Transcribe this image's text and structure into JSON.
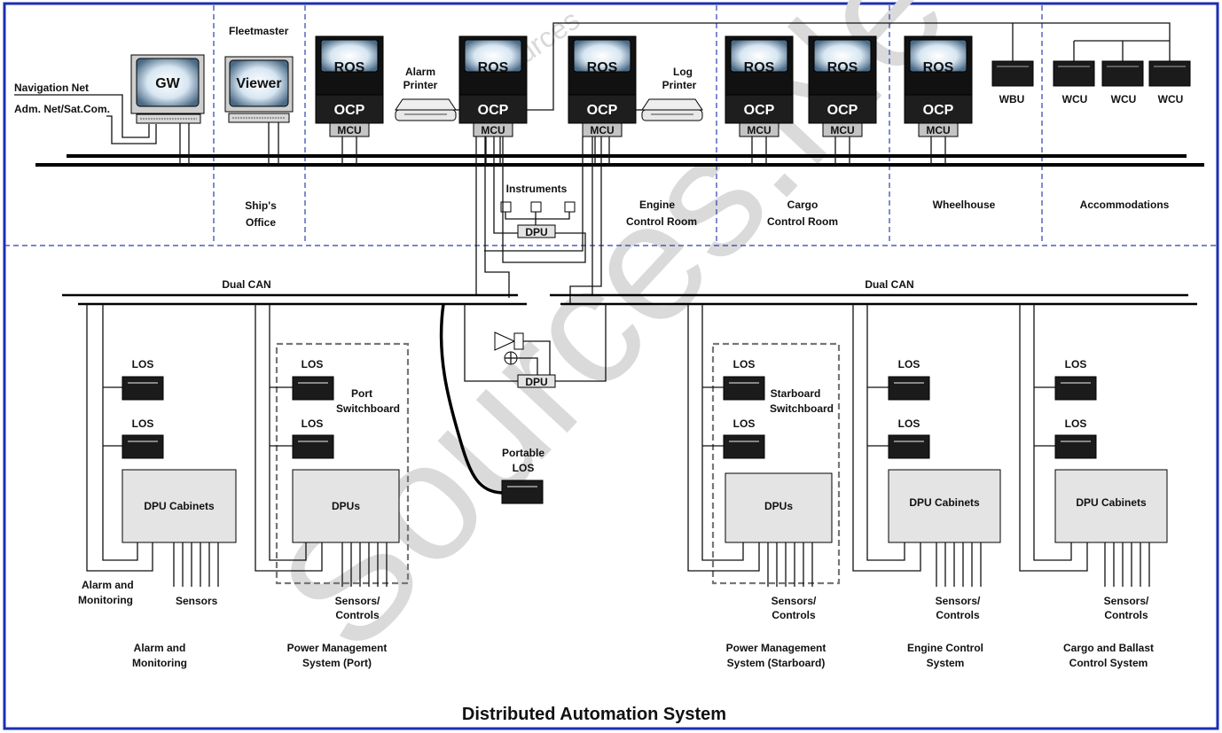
{
  "title": "Distributed Automation System",
  "colors": {
    "frame": "#1a2fb5",
    "dash": "#2a3fb0",
    "box_fill": "#e4e4e4",
    "dark_unit": "#1c1c1c",
    "watermark": "#d6d6d6"
  },
  "watermark": "Sources.Ne",
  "watermark_small": "Sources",
  "labels": {
    "navigation_net": "Navigation Net",
    "adm_net": "Adm. Net/Sat.Com.",
    "fleetmaster": "Fleetmaster",
    "gw": "GW",
    "viewer": "Viewer",
    "ros": "ROS",
    "ocp": "OCP",
    "mcu": "MCU",
    "alarm_printer_1": "Alarm",
    "alarm_printer_2": "Printer",
    "log_printer_1": "Log",
    "log_printer_2": "Printer",
    "wbu": "WBU",
    "wcu": "WCU",
    "instruments": "Instruments",
    "dpu": "DPU",
    "dual_can": "Dual CAN",
    "los": "LOS",
    "portable_los_1": "Portable",
    "portable_los_2": "LOS",
    "port_switchboard_1": "Port",
    "port_switchboard_2": "Switchboard",
    "stbd_switchboard_1": "Starboard",
    "stbd_switchboard_2": "Switchboard",
    "dpu_cabinets": "DPU Cabinets",
    "dpus": "DPUs",
    "alarm_mon_small_1": "Alarm and",
    "alarm_mon_small_2": "Monitoring",
    "sensors": "Sensors",
    "sensors_controls_1": "Sensors/",
    "sensors_controls_2": "Controls"
  },
  "rooms": {
    "ships_office_1": "Ship's",
    "ships_office_2": "Office",
    "ecr_1": "Engine",
    "ecr_2": "Control Room",
    "ccr_1": "Cargo",
    "ccr_2": "Control Room",
    "wheelhouse": "Wheelhouse",
    "accommodations": "Accommodations"
  },
  "systems": {
    "alarm_1": "Alarm and",
    "alarm_2": "Monitoring",
    "pms_port_1": "Power Management",
    "pms_port_2": "System (Port)",
    "pms_stbd_1": "Power Management",
    "pms_stbd_2": "System (Starboard)",
    "ecs_1": "Engine Control",
    "ecs_2": "System",
    "cbcs_1": "Cargo and Ballast",
    "cbcs_2": "Control System"
  }
}
